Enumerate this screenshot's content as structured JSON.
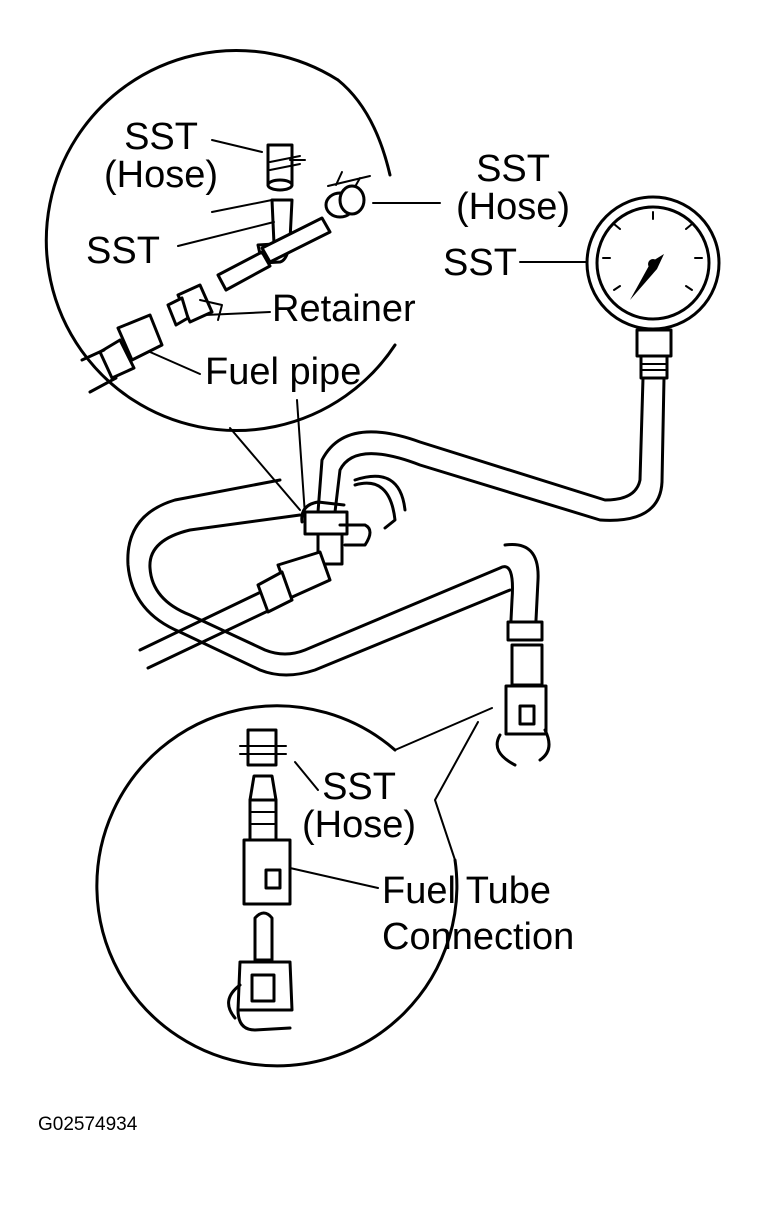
{
  "labels": {
    "sst_hose_top": [
      "SST",
      "(Hose)"
    ],
    "sst_tee": "SST",
    "retainer": "Retainer",
    "fuel_pipe": "Fuel pipe",
    "sst_hose_gauge": [
      "SST",
      "(Hose)"
    ],
    "sst_gauge": "SST",
    "sst_hose_bottom": [
      "SST",
      "(Hose)"
    ],
    "fuel_tube_connection": [
      "Fuel Tube",
      "Connection"
    ]
  },
  "figure_id": "G02574934"
}
